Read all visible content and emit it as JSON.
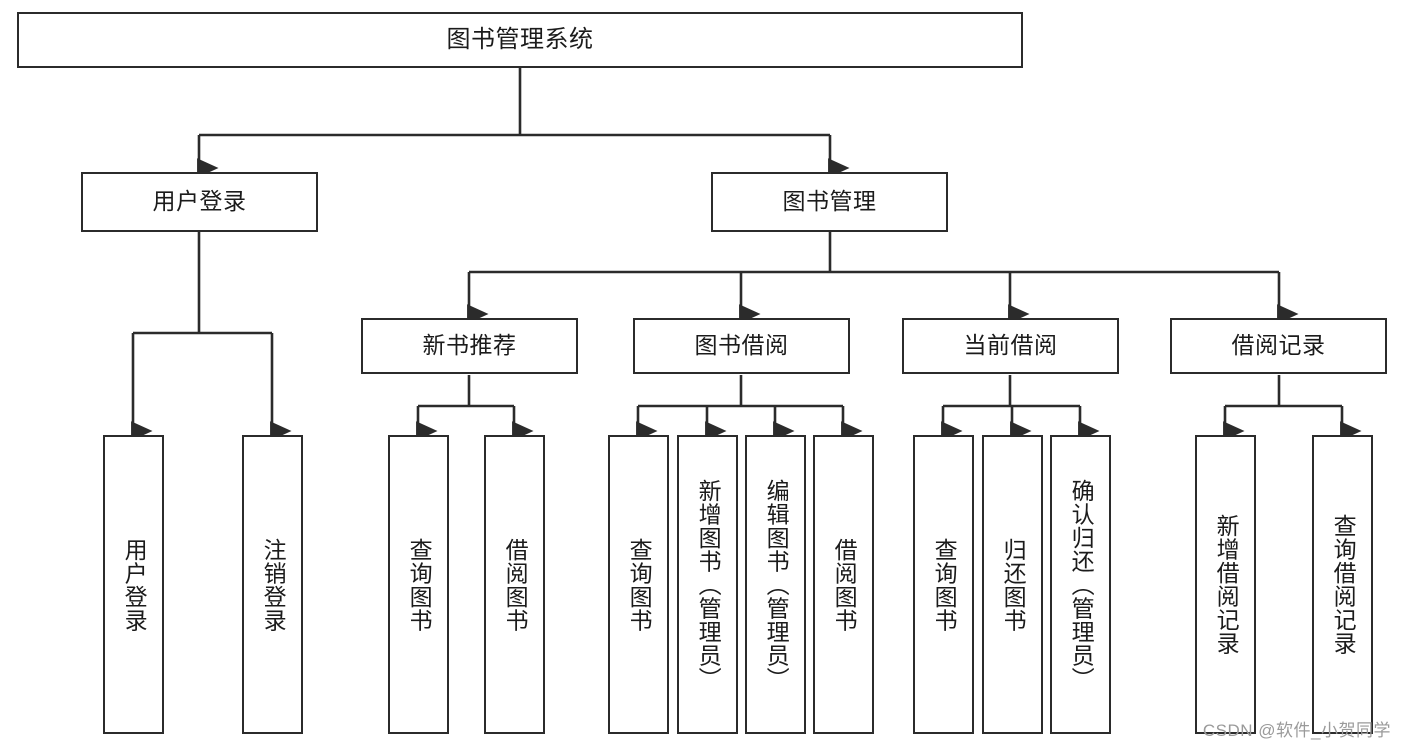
{
  "diagram": {
    "title": "图书管理系统",
    "type": "tree",
    "stroke_color": "#2b2b2b",
    "fill_color": "#ffffff",
    "text_color": "#1b1b1b",
    "nodes": {
      "root": {
        "label": "图书管理系统"
      },
      "level2": [
        {
          "id": "user-login",
          "label": "用户登录"
        },
        {
          "id": "book-manage",
          "label": "图书管理"
        }
      ],
      "level3": [
        {
          "id": "new-book-recommend",
          "label": "新书推荐"
        },
        {
          "id": "book-borrow",
          "label": "图书借阅"
        },
        {
          "id": "current-borrow",
          "label": "当前借阅"
        },
        {
          "id": "borrow-record",
          "label": "借阅记录"
        }
      ],
      "leaves": {
        "user_login": [
          {
            "id": "leaf-user-login",
            "label": "用户登录"
          },
          {
            "id": "leaf-logout-login",
            "label": "注销登录"
          }
        ],
        "new_book_recommend": [
          {
            "id": "leaf-query-book-1",
            "label": "查询图书"
          },
          {
            "id": "leaf-borrow-book-1",
            "label": "借阅图书"
          }
        ],
        "book_borrow": [
          {
            "id": "leaf-query-book-2",
            "label": "查询图书"
          },
          {
            "id": "leaf-add-book",
            "label": "新增图书（管理员）"
          },
          {
            "id": "leaf-edit-book",
            "label": "编辑图书（管理员）"
          },
          {
            "id": "leaf-borrow-book-2",
            "label": "借阅图书"
          }
        ],
        "current_borrow": [
          {
            "id": "leaf-query-book-3",
            "label": "查询图书"
          },
          {
            "id": "leaf-return-book",
            "label": "归还图书"
          },
          {
            "id": "leaf-confirm-return",
            "label": "确认归还（管理员）"
          }
        ],
        "borrow_record": [
          {
            "id": "leaf-add-record",
            "label": "新增借阅记录"
          },
          {
            "id": "leaf-query-record",
            "label": "查询借阅记录"
          }
        ]
      }
    }
  },
  "watermark": {
    "text": "CSDN @软件_小贺同学"
  }
}
